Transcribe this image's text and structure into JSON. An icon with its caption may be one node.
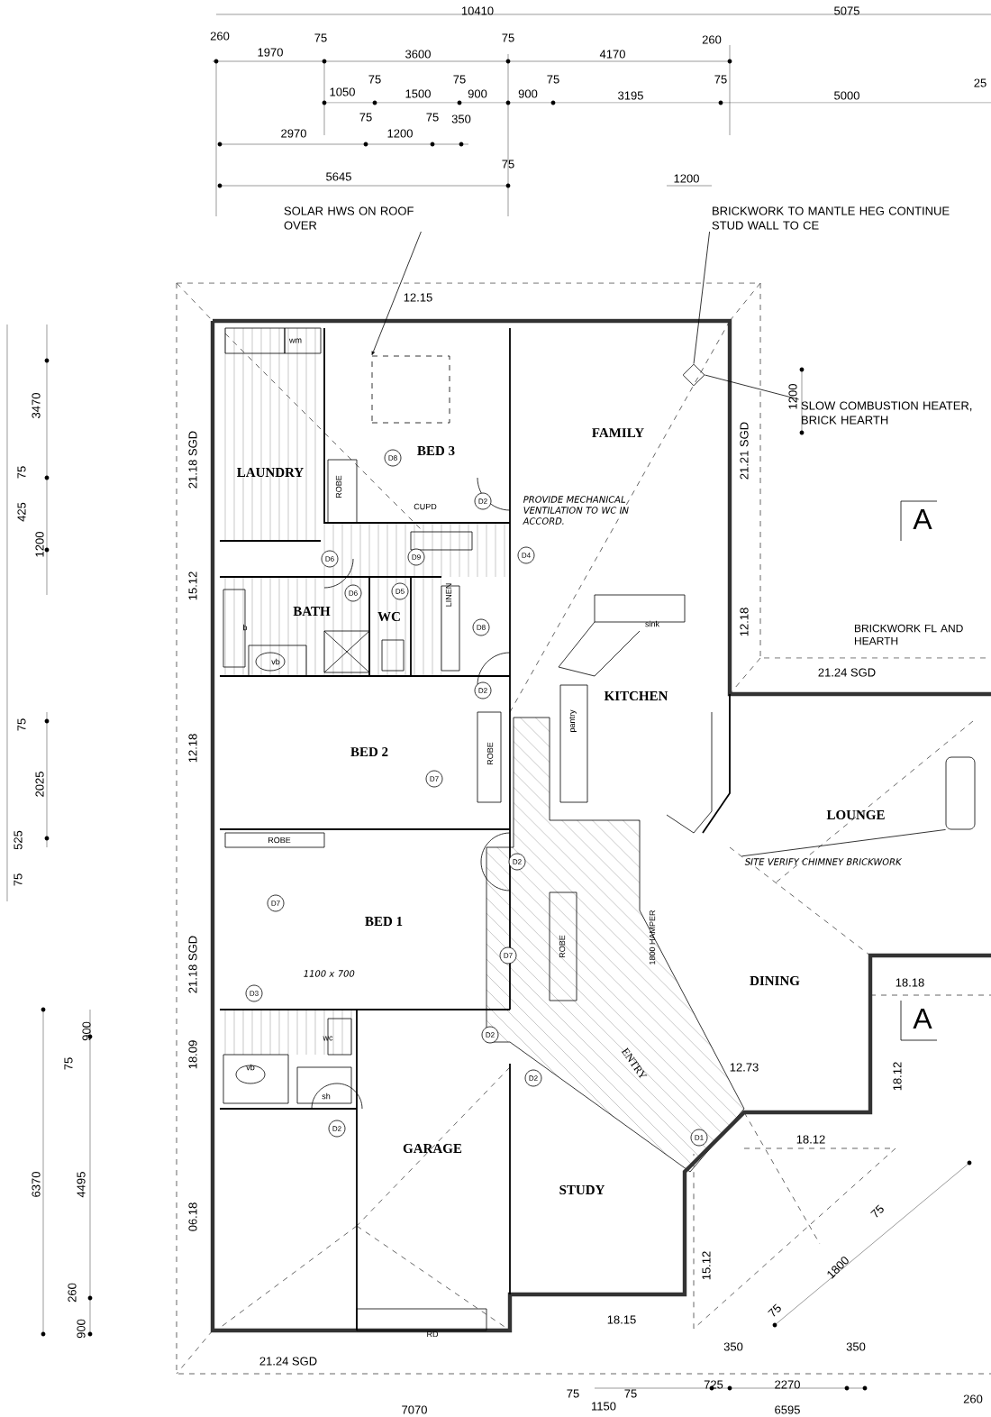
{
  "diagram": {
    "nodes": [
      {
        "text": [
          "SOLAR HWS ON ROOF OVER"
        ]
      },
      {
        "text": [
          "BRICKWORK TO MANTLE HEG CONTINUE STUD WALL TO CE"
        ]
      },
      {
        "text": [],
        "shape": "box"
      },
      {
        "text": [],
        "shape": "diamond"
      },
      {
        "text": [
          "SLOW COMBUSTION HEATER, BRICK HEARTH"
        ]
      },
      {
        "text": [
          "LAUNDRY"
        ]
      },
      {
        "text": [
          "BED 3"
        ]
      },
      {
        "text": [
          "FAMILY"
        ]
      },
      {
        "text": [
          "BATH"
        ]
      },
      {
        "text": [
          "WC"
        ]
      },
      {
        "text": [
          "KITCHEN"
        ]
      },
      {
        "text": [
          "BED 2"
        ]
      },
      {
        "text": [
          "LOUNGE"
        ]
      },
      {
        "text": [],
        "shape": "box"
      },
      {
        "text": [
          "SITE VERIFY CHIMNEY BRICKWORK"
        ]
      },
      {
        "text": [
          "BED 1"
        ]
      },
      {
        "text": [
          "DINING"
        ]
      },
      {
        "text": [
          "ENTRY"
        ]
      },
      {
        "text": [
          "GARAGE"
        ]
      },
      {
        "text": [
          "STUDY"
        ]
      },
      {
        "text": [
          "D8"
        ]
      },
      {
        "text": [
          "D2"
        ]
      },
      {
        "text": [
          "D6"
        ]
      },
      {
        "text": [
          "D9"
        ]
      },
      {
        "text": [
          "D4"
        ]
      },
      {
        "text": [
          "D6"
        ]
      },
      {
        "text": [
          "D5"
        ]
      },
      {
        "text": [
          "D8"
        ]
      },
      {
        "text": [
          "D2"
        ]
      },
      {
        "text": [
          "D7"
        ]
      },
      {
        "text": [
          "D2"
        ]
      },
      {
        "text": [
          "D7"
        ]
      },
      {
        "text": [
          "D7"
        ]
      },
      {
        "text": [
          "D3"
        ]
      },
      {
        "text": [
          "D2"
        ]
      },
      {
        "text": [
          "D2"
        ]
      },
      {
        "text": [
          "D2"
        ]
      },
      {
        "text": [
          "D1"
        ]
      }
    ],
    "edges": [
      {
        "from": 0,
        "to": 2,
        "arrow": "to"
      },
      {
        "from": 1,
        "to": 3,
        "arrow": "none"
      },
      {
        "from": 4,
        "to": 3,
        "arrow": "none"
      },
      {
        "from": 14,
        "to": 13,
        "arrow": "none"
      }
    ],
    "labels": [
      "10410",
      "5075",
      "260",
      "1970",
      "75",
      "3600",
      "75",
      "4170",
      "260",
      "75",
      "1050",
      "1500",
      "75",
      "900",
      "900",
      "75",
      "3195",
      "75",
      "5000",
      "25",
      "2970",
      "75",
      "1200",
      "75",
      "350",
      "5645",
      "75",
      "1200",
      "12.15",
      "wm",
      "3470",
      "1200",
      "21.18 SGD",
      "21.21 SGD",
      "75",
      "425",
      "ROBE",
      "CUPD",
      "A",
      "PROVIDE MECHANICAL VENTILATION TO WC IN ACCORD.",
      "1200",
      "15.12",
      "LINEN",
      "sink",
      "12.18",
      "b",
      "BRICKWORK FL AND HEARTH",
      "vb",
      "21.24 SGD",
      "pantry",
      "75",
      "12.18",
      "ROBE",
      "2025",
      "ROBE",
      "525",
      "75",
      "1800 HAMPER",
      "ROBE",
      "21.18 SGD",
      "1100 x 700",
      "18.18",
      "A",
      "900",
      "75",
      "wc",
      "18.09",
      "vb",
      "12.73",
      "18.12",
      "sh",
      "18.12",
      "6370",
      "4495",
      "06.18",
      "75",
      "15.12",
      "1800",
      "260",
      "75",
      "18.15",
      "900",
      "RD",
      "350",
      "350",
      "21.24 SGD",
      "725",
      "2270",
      "260",
      "75",
      "1150",
      "75",
      "7070",
      "6595"
    ]
  }
}
